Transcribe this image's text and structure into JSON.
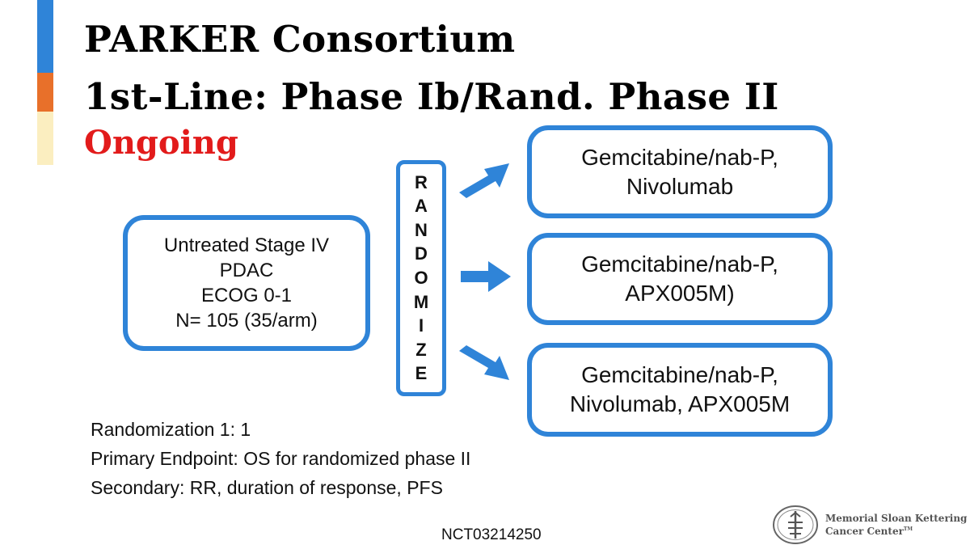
{
  "slide": {
    "title_line1": "PARKER Consortium",
    "title_line2": "1st-Line: Phase Ib/Rand. Phase II",
    "status": "Ongoing"
  },
  "population": {
    "lines": [
      "Untreated Stage IV",
      "PDAC",
      "ECOG 0-1",
      "N= 105 (35/arm)"
    ]
  },
  "randomize_letters": [
    "R",
    "A",
    "N",
    "D",
    "O",
    "M",
    "I",
    "Z",
    "E"
  ],
  "arms": [
    {
      "lines": [
        "Gemcitabine/nab-P,",
        "Nivolumab"
      ]
    },
    {
      "lines": [
        "Gemcitabine/nab-P,",
        "APX005M)"
      ]
    },
    {
      "lines": [
        "Gemcitabine/nab-P,",
        "Nivolumab, APX005M"
      ]
    }
  ],
  "notes": [
    "Randomization 1: 1",
    "Primary Endpoint:  OS for randomized phase II",
    "Secondary: RR, duration of response, PFS"
  ],
  "trial_id": "NCT03214250",
  "logo": {
    "line1": "Memorial Sloan Kettering",
    "line2": "Cancer Center",
    "tm": "TM",
    "icon": "msk-seal-icon"
  },
  "colors": {
    "accent_blue": "#2f84d8",
    "accent_orange": "#e8702a",
    "accent_yellow": "#fbeec0",
    "status_red": "#e21b1b"
  }
}
